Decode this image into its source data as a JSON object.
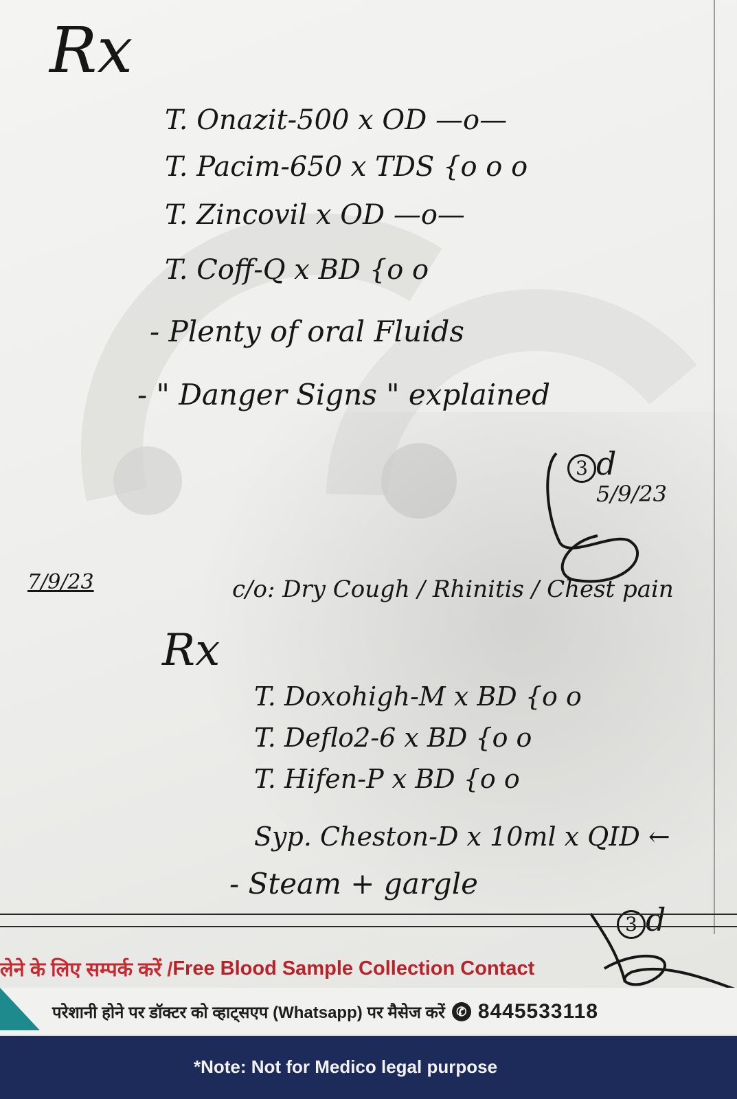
{
  "prescription_1": {
    "rx_symbol": "Rx",
    "lines": [
      {
        "med": "T. Onazit-500",
        "dose": "x OD",
        "schedule": "—o—"
      },
      {
        "med": "T. Pacim-650",
        "dose": "x TDS",
        "schedule": "{o o o"
      },
      {
        "med": "T. Zincovil",
        "dose": "x OD",
        "schedule": "—o—"
      },
      {
        "med": "T. Coff-Q",
        "dose": "x BD",
        "schedule": "{o o"
      }
    ],
    "advice": [
      "- Plenty of oral Fluids",
      "- \" Danger Signs \" explained"
    ],
    "duration": "3",
    "duration_unit": "d",
    "date": "5/9/23"
  },
  "visit_2": {
    "date": "7/9/23",
    "complaints": "c/o: Dry Cough / Rhinitis / Chest pain",
    "rx_symbol": "Rx",
    "lines": [
      {
        "med": "T. Doxohigh-M",
        "dose": "x BD",
        "schedule": "{o o"
      },
      {
        "med": "T. Deflo2-6",
        "dose": "x BD",
        "schedule": "{o o"
      },
      {
        "med": "T. Hifen-P",
        "dose": "x BD",
        "schedule": "{o o"
      },
      {
        "med": "Syp. Cheston-D",
        "dose": "x 10ml x QID",
        "schedule": "←"
      }
    ],
    "advice": [
      "- Steam + gargle"
    ],
    "duration": "3",
    "duration_unit": "d"
  },
  "footer": {
    "line1": "लेने के लिए सम्पर्क करें / Free Blood Sample Collection Contact",
    "line1_hindi": "लेने के लिए सम्पर्क करें / ",
    "line1_english": "Free Blood Sample Collection Contact",
    "line2": "परेशानी होने पर डॉक्टर को व्हाट्सएप (Whatsapp) पर मैसेज करें",
    "whatsapp_icon": "whatsapp-icon",
    "phone": "8445533118",
    "note": "*Note: Not for Medico legal purpose"
  },
  "colors": {
    "hindi_red": "#c8282e",
    "english_red": "#b8232a",
    "navy": "#1d2b5a",
    "teal": "#1f8a8e",
    "ink": "#161616"
  }
}
